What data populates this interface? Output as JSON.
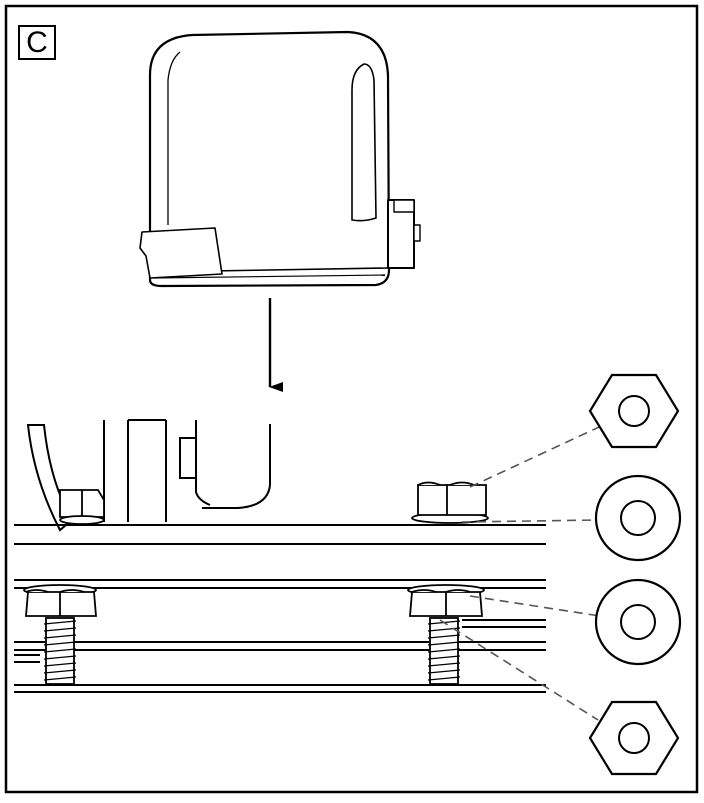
{
  "figure": {
    "panel_label": "C",
    "colors": {
      "ink": "#000000",
      "paper": "#ffffff",
      "leader": "#555555"
    }
  },
  "components": {
    "parts_callout": [
      {
        "name": "hex-nut"
      },
      {
        "name": "flat-washer"
      },
      {
        "name": "flat-washer"
      },
      {
        "name": "hex-nut"
      }
    ]
  }
}
